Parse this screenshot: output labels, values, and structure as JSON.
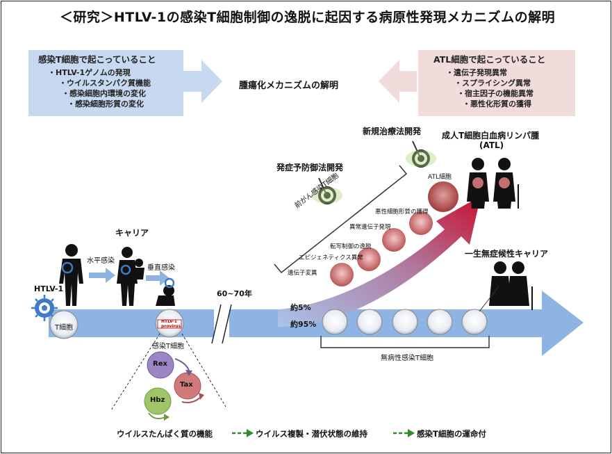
{
  "title": "＜研究＞HTLV-1の感染T細胞制御の逸脱に起因する病原性発現メカニズムの解明",
  "left_box": {
    "heading": "感染T細胞で起こっていること",
    "items": [
      "・HTLV-1ゲノムの発現",
      "・ウイルスタンパク質機能",
      "・感染細胞内環境の変化",
      "・感染細胞形質の変化"
    ]
  },
  "right_box": {
    "heading": "ATL細胞で起こっていること",
    "items": [
      "・遺伝子発現異常",
      "・スプライシング異常",
      "・宿主因子の機能異常",
      "・悪性化形質の獲得"
    ]
  },
  "center_label": "腫瘍化メカニズムの解明",
  "labels": {
    "htlv1": "HTLV-1",
    "tcell": "T細胞",
    "carrier": "キャリア",
    "horizontal": "水平感染",
    "vertical": "垂直感染",
    "years": "60~70年",
    "pct5": "約5%",
    "pct95": "約95%",
    "prevention": "発症予防御法開発",
    "new_therapy": "新規治療法開発",
    "atl_title": "成人T細胞白血病リンパ腫",
    "atl_abbr": "(ATL)",
    "atl_cell": "ATL細胞",
    "precancer": "前がん感染T細胞",
    "lifelong": "一生無症候性キャリア",
    "asymptomatic_cells": "無病性感染T細胞",
    "infected_cell": "感染T細胞",
    "htlv1_provirus": "HTLV-1",
    "provirus": "provirus"
  },
  "steps": [
    "遺伝子変異",
    "エピジェネティクス異常",
    "転写制御の逸脱",
    "異常遺伝子発現",
    "悪性細胞形質の獲得"
  ],
  "proteins": [
    "Rex",
    "Tax",
    "Hbz"
  ],
  "bottom_flow": [
    "ウイルスたんぱく質の機能",
    "ウイルス複製・潜伏状態の維持",
    "感染T細胞の運命付"
  ],
  "colors": {
    "blue_box": "#c6d9f1",
    "pink_box": "#f2dcdb",
    "main_arrow": "#8eb4e3",
    "red_arrow": "#c00000",
    "green_dash": "#2e8b2e",
    "rex": "#9b85c2",
    "tax": "#d07a7a",
    "hbz": "#9fc56a"
  }
}
